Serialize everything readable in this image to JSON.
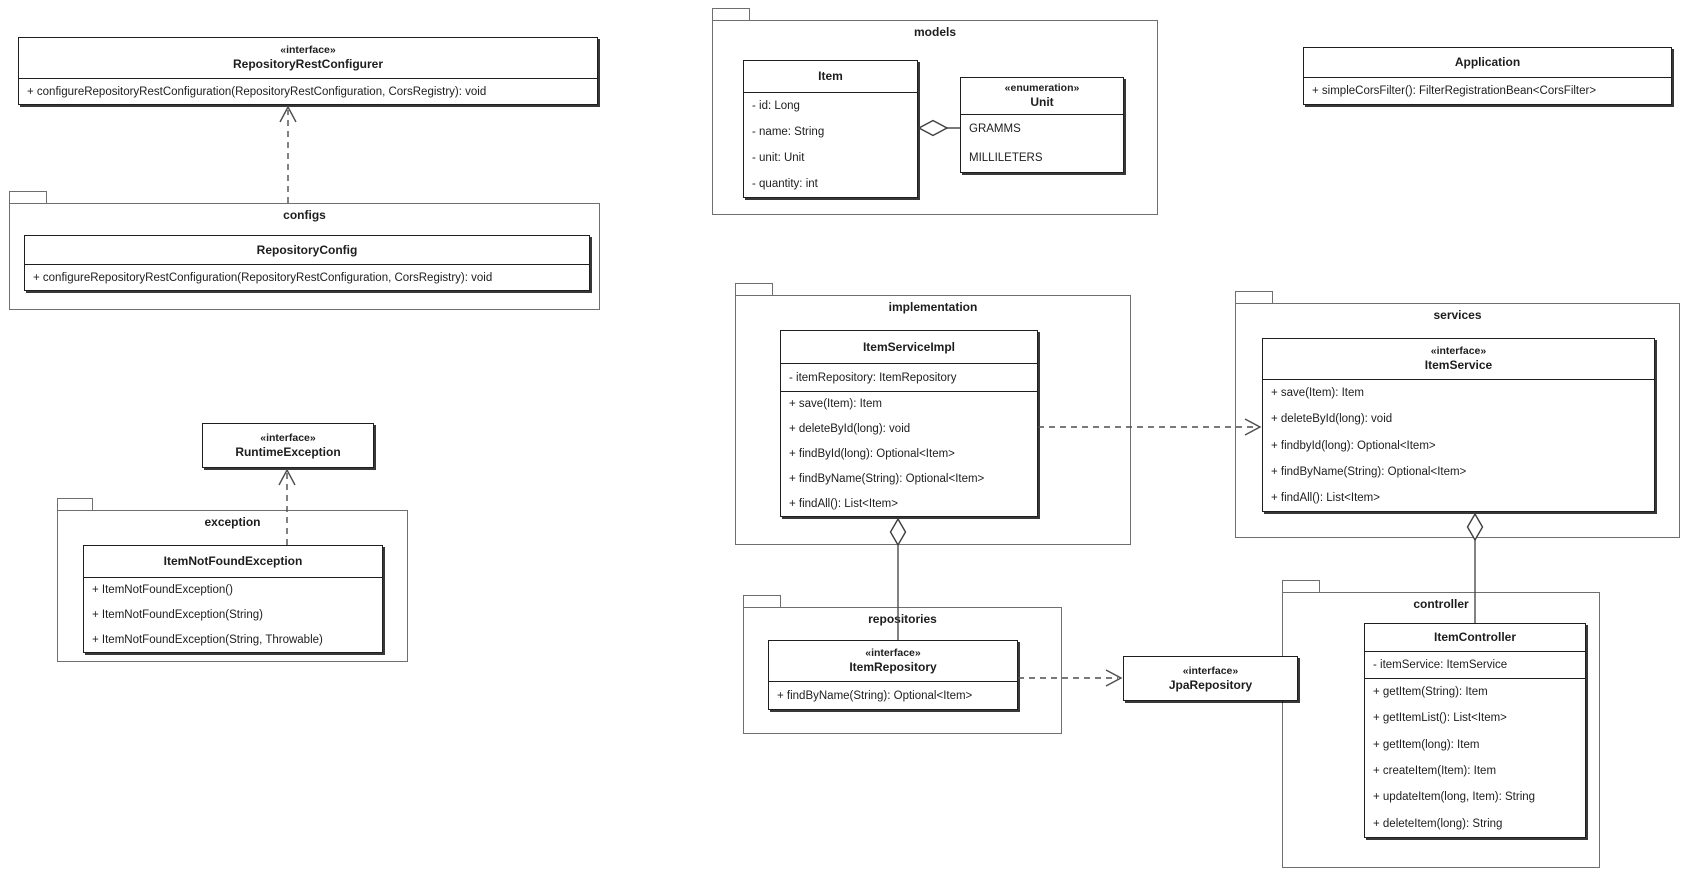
{
  "packages": {
    "configs": {
      "label": "configs"
    },
    "exception": {
      "label": "exception"
    },
    "models": {
      "label": "models"
    },
    "implementation": {
      "label": "implementation"
    },
    "services": {
      "label": "services"
    },
    "repositories": {
      "label": "repositories"
    },
    "controller": {
      "label": "controller"
    }
  },
  "classes": {
    "repository_rest_configurer": {
      "stereotype": "«interface»",
      "name": "RepositoryRestConfigurer",
      "methods": [
        "+ configureRepositoryRestConfiguration(RepositoryRestConfiguration, CorsRegistry): void"
      ]
    },
    "repository_config": {
      "name": "RepositoryConfig",
      "methods": [
        "+ configureRepositoryRestConfiguration(RepositoryRestConfiguration, CorsRegistry): void"
      ]
    },
    "runtime_exception": {
      "stereotype": "«interface»",
      "name": "RuntimeException"
    },
    "item_not_found_exception": {
      "name": "ItemNotFoundException",
      "methods": [
        "+ ItemNotFoundException()",
        "+ ItemNotFoundException(String)",
        "+ ItemNotFoundException(String, Throwable)"
      ]
    },
    "item": {
      "name": "Item",
      "attributes": [
        "- id: Long",
        "- name: String",
        "- unit: Unit",
        "- quantity: int"
      ]
    },
    "unit": {
      "stereotype": "«enumeration»",
      "name": "Unit",
      "literals": [
        "GRAMMS",
        "MILLILETERS"
      ]
    },
    "application": {
      "name": "Application",
      "methods": [
        "+ simpleCorsFilter(): FilterRegistrationBean<CorsFilter>"
      ]
    },
    "item_service_impl": {
      "name": "ItemServiceImpl",
      "attributes": [
        "- itemRepository: ItemRepository"
      ],
      "methods": [
        "+ save(Item): Item",
        "+ deleteById(long): void",
        "+ findById(long): Optional<Item>",
        "+ findByName(String): Optional<Item>",
        "+ findAll(): List<Item>"
      ]
    },
    "item_service": {
      "stereotype": "«interface»",
      "name": "ItemService",
      "methods": [
        "+ save(Item): Item",
        "+ deleteById(long): void",
        "+ findbyId(long): Optional<Item>",
        "+ findByName(String): Optional<Item>",
        "+ findAll(): List<Item>"
      ]
    },
    "item_repository": {
      "stereotype": "«interface»",
      "name": "ItemRepository",
      "methods": [
        "+ findByName(String): Optional<Item>"
      ]
    },
    "jpa_repository": {
      "stereotype": "«interface»",
      "name": "JpaRepository"
    },
    "item_controller": {
      "name": "ItemController",
      "attributes": [
        "- itemService: ItemService"
      ],
      "methods": [
        "+ getItem(String): Item",
        "+ getItemList(): List<Item>",
        "+ getItem(long): Item",
        "+ createItem(Item): Item",
        "+ updateItem(long, Item): String",
        "+ deleteItem(long): String"
      ]
    }
  },
  "relationships": [
    {
      "from": "RepositoryConfig",
      "to": "RepositoryRestConfigurer",
      "type": "dashed-open-arrow"
    },
    {
      "from": "ItemNotFoundException",
      "to": "RuntimeException",
      "type": "dashed-open-arrow"
    },
    {
      "from": "Item",
      "to": "Unit",
      "type": "aggregation-open-diamond"
    },
    {
      "from": "ItemServiceImpl",
      "to": "ItemService",
      "type": "dashed-open-arrow"
    },
    {
      "from": "ItemServiceImpl",
      "to": "ItemRepository",
      "type": "aggregation-open-diamond"
    },
    {
      "from": "ItemRepository",
      "to": "JpaRepository",
      "type": "dashed-open-arrow"
    },
    {
      "from": "ItemService",
      "to": "ItemController",
      "type": "aggregation-open-diamond"
    }
  ],
  "colors": {
    "border_class": "#1f1f1f",
    "border_package": "#6f6f6f",
    "line": "#4d4d4d",
    "background": "#ffffff"
  }
}
